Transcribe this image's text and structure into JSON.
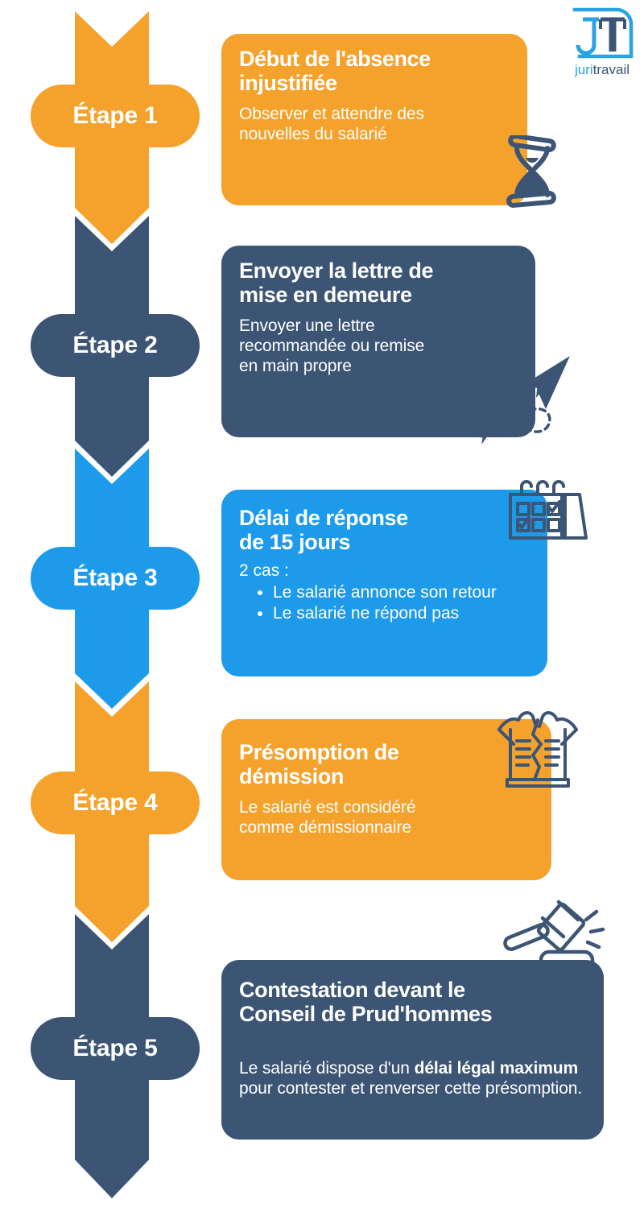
{
  "brand": {
    "logo_icon": "juritravail-jt-monogram-icon",
    "wordmark_part1": "juri",
    "wordmark_part2": "travail",
    "color_light_blue": "#29a3e3",
    "color_dark_blue": "#3d5574"
  },
  "palette": {
    "orange": "#f5a22d",
    "navy": "#3d5574",
    "blue": "#1d9bea",
    "white": "#ffffff"
  },
  "steps": [
    {
      "pill_label": "Étape 1",
      "color": "#f5a22d",
      "title": "Début de l'absence\ninjustifiée",
      "body": "Observer et attendre des\nnouvelles du salarié",
      "icon": "hourglass-icon"
    },
    {
      "pill_label": "Étape 2",
      "color": "#3d5574",
      "title": "Envoyer la lettre de\nmise en demeure",
      "body": "Envoyer une lettre\nrecommandée ou remise\nen main propre",
      "icon": "paper-plane-icon"
    },
    {
      "pill_label": "Étape 3",
      "color": "#1d9bea",
      "title": "Délai de réponse\nde 15 jours",
      "lead": "2 cas :",
      "bullets": [
        "Le salarié annonce son retour",
        "Le salarié ne répond pas"
      ],
      "icon": "calendar-checklist-icon"
    },
    {
      "pill_label": "Étape 4",
      "color": "#f5a22d",
      "title": "Présomption de\ndémission",
      "body": "Le salarié est considéré\ncomme démissionnaire",
      "icon": "torn-document-icon"
    },
    {
      "pill_label": "Étape 5",
      "color": "#3d5574",
      "title": "Contestation devant le\nConseil de Prud'hommes",
      "body_parts": [
        {
          "text": "Le salarié dispose d'un ",
          "bold": false
        },
        {
          "text": "délai légal maximum",
          "bold": true
        },
        {
          "text": " pour contester et renverser cette présomption.",
          "bold": false
        }
      ],
      "icon": "gavel-icon"
    }
  ]
}
